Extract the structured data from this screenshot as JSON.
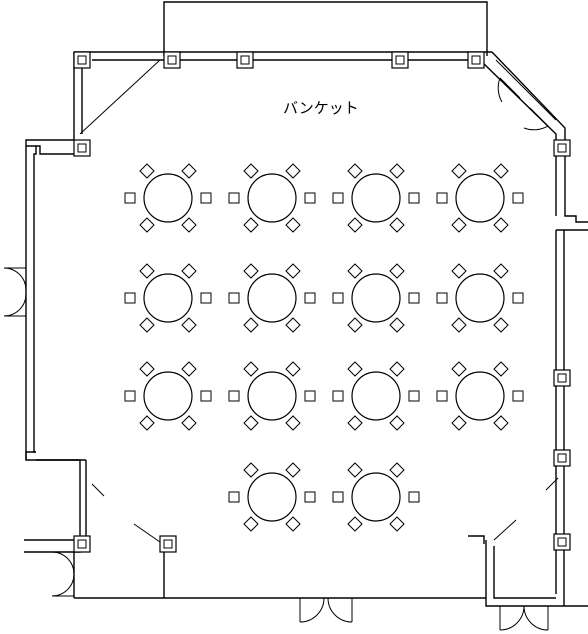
{
  "room": {
    "label": "バンケット",
    "tables_per_row": [
      4,
      4,
      4,
      2
    ]
  }
}
